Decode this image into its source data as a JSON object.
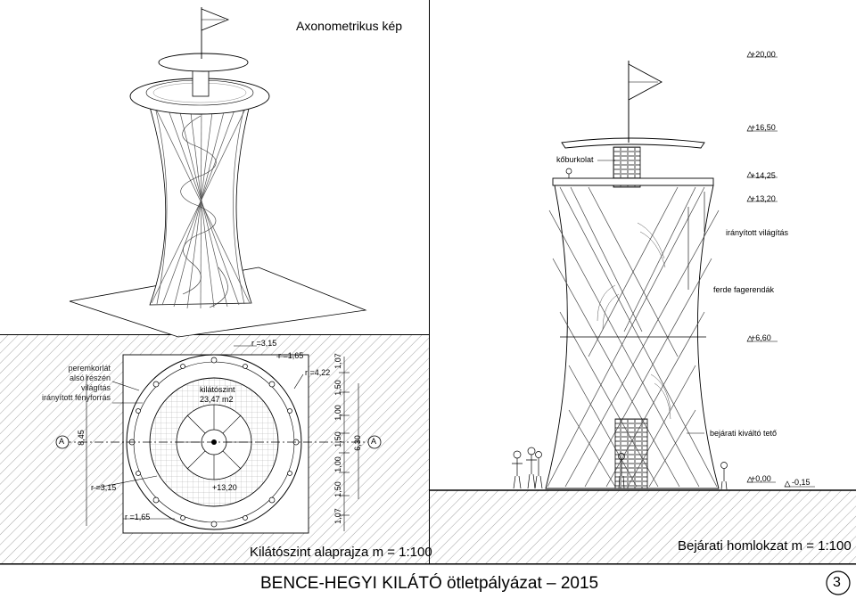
{
  "sheet": {
    "title": "BENCE-HEGYI KILÁTÓ ötletpályázat – 2015",
    "page_number": "3"
  },
  "axono": {
    "title": "Axonometrikus kép"
  },
  "plan": {
    "title": "Kilátószint alaprajza  m = 1:100",
    "note_lines": [
      "peremkorlát",
      "alsó részén",
      "világítás",
      "irányított fényforrás"
    ],
    "room_label": "kilátószint",
    "room_area": "23,47 m2",
    "level": "+13,20",
    "section_mark": "A",
    "r1": "r =3,15",
    "r2": "r =1,65",
    "r3": "r =4,22",
    "r_left": "r =3,15",
    "r_bottom": "r =1,65",
    "dim_left": "8,45",
    "dims_vertical": [
      "1,07",
      "1,50",
      "1,00",
      "1,50",
      "1,00",
      "1,50",
      "1,07"
    ],
    "dim_total": "6,30"
  },
  "elevation": {
    "title": "Bejárati homlokzat  m = 1:100",
    "levels": [
      "+20,00",
      "+16,50",
      "+14,25",
      "+13,20",
      "+6,60",
      "+0,00",
      "-0,15"
    ],
    "labels": {
      "stone": "kőburkolat",
      "lighting": "irányított világítás",
      "beams": "ferde fagerendák",
      "canopy": "bejárati kiváltó tető"
    }
  }
}
